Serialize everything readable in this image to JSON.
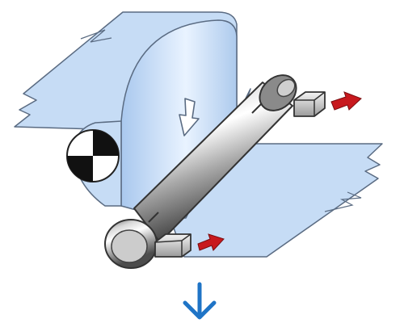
{
  "diagram": {
    "elements": [
      "upper-web-sheet",
      "lower-web-sheet",
      "feed-drum",
      "pressure-roller",
      "roller-end-block-left",
      "roller-end-block-right",
      "down-press-arrow",
      "output-arrow"
    ],
    "colors": {
      "sheet_fill": "#c6dcf5",
      "sheet_stroke": "#5a6b82",
      "roller_dark": "#6f6f6f",
      "roller_light": "#f2f2f2",
      "force_arrow": "#c8191e",
      "output_arrow": "#1f74c6"
    },
    "icons": {
      "down_press": "hollow-down-arrow-icon",
      "force_left": "red-arrow-right-icon",
      "force_right": "red-arrow-right-icon",
      "output": "blue-down-arrow-icon"
    }
  }
}
